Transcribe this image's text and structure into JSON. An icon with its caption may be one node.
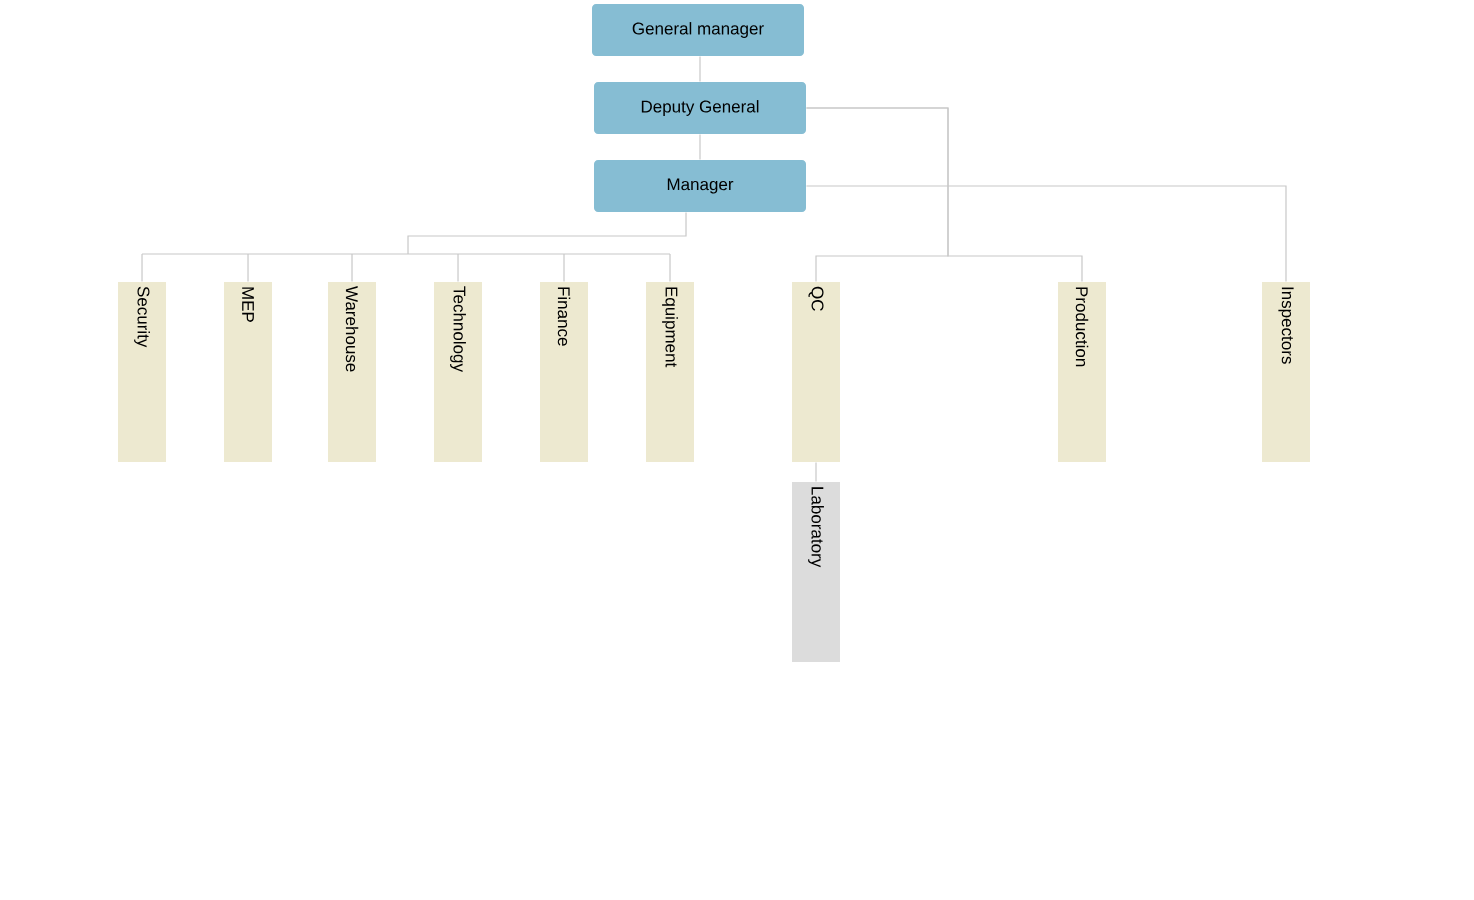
{
  "diagram": {
    "nodes": [
      {
        "text": [
          "General manager"
        ]
      },
      {
        "text": [
          "Deputy General"
        ]
      },
      {
        "text": [
          "Manager"
        ]
      },
      {
        "text": [
          "Security"
        ]
      },
      {
        "text": [
          "MEP"
        ]
      },
      {
        "text": [
          "Warehouse"
        ]
      },
      {
        "text": [
          "Technology"
        ]
      },
      {
        "text": [
          "Finance"
        ]
      },
      {
        "text": [
          "Equipment"
        ]
      },
      {
        "text": [
          "QC"
        ]
      },
      {
        "text": [
          "Production"
        ]
      },
      {
        "text": [
          "Inspectors"
        ]
      },
      {
        "text": [
          "Laboratory"
        ]
      }
    ],
    "edges": [
      {
        "from": 0,
        "to": 1,
        "arrow": "none"
      },
      {
        "from": 1,
        "to": 2,
        "arrow": "none"
      },
      {
        "from": 2,
        "to": 3,
        "arrow": "none"
      },
      {
        "from": 2,
        "to": 4,
        "arrow": "none"
      },
      {
        "from": 2,
        "to": 5,
        "arrow": "none"
      },
      {
        "from": 2,
        "to": 6,
        "arrow": "none"
      },
      {
        "from": 2,
        "to": 7,
        "arrow": "none"
      },
      {
        "from": 2,
        "to": 8,
        "arrow": "none"
      },
      {
        "from": 1,
        "to": 9,
        "arrow": "none"
      },
      {
        "from": 1,
        "to": 10,
        "arrow": "none"
      },
      {
        "from": 2,
        "to": 11,
        "arrow": "none"
      },
      {
        "from": 9,
        "to": 12,
        "arrow": "none"
      }
    ]
  }
}
